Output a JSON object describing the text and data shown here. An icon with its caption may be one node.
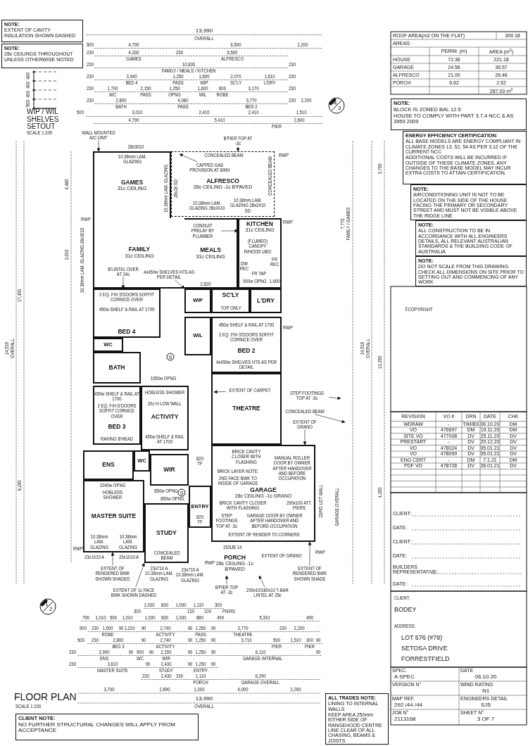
{
  "diagram": {
    "nodes": [
      {
        "text": [
          "NOTE:",
          "EXTENT OF CAVITY INSULATION SHOWN DASHED"
        ]
      },
      {
        "text": [
          "NOTE:",
          "28c CEILINGS THROUGHOUT UNLESS OTHERWISE NOTED"
        ]
      },
      {
        "text": [
          "GAMES",
          "31c CEILING"
        ]
      },
      {
        "text": [
          "ALFRESCO",
          "28c CEILING -1c B'PAVED"
        ]
      },
      {
        "text": [
          "FAMILY",
          "31c CEILING"
        ]
      },
      {
        "text": [
          "MEALS",
          "31c CEILING"
        ]
      },
      {
        "text": [
          "KITCHEN",
          "31c CEILING"
        ]
      },
      {
        "text": [
          "BED 4"
        ]
      },
      {
        "text": [
          "WIP"
        ]
      },
      {
        "text": [
          "SC'LY"
        ]
      },
      {
        "text": [
          "L'DRY"
        ]
      },
      {
        "text": [
          "WIL"
        ]
      },
      {
        "text": [
          "BED 2"
        ]
      },
      {
        "text": [
          "WC"
        ]
      },
      {
        "text": [
          "BATH"
        ]
      },
      {
        "text": [
          "BED 3"
        ]
      },
      {
        "text": [
          "ACTIVITY"
        ]
      },
      {
        "text": [
          "THEATRE"
        ]
      },
      {
        "text": [
          "ENS"
        ]
      },
      {
        "text": [
          "WC"
        ]
      },
      {
        "text": [
          "WIR"
        ]
      },
      {
        "text": [
          "MASTER SUITE"
        ]
      },
      {
        "text": [
          "STUDY"
        ]
      },
      {
        "text": [
          "ENTRY"
        ]
      },
      {
        "text": [
          "GARAGE",
          "28c CEILING -1c GRANO"
        ]
      },
      {
        "text": [
          "PORCH",
          "28c CEILING -1c B'PAVED"
        ]
      },
      {
        "text": [
          "WALL MOUNTED A/C UNIT"
        ]
      },
      {
        "text": [
          "CAPPED GAS PROVISION AT 600H"
        ],
        "in": 3
      },
      {
        "text": [
          "CONDUIT PRELAY BY PLUMBER"
        ],
        "in": 5
      },
      {
        "text": [
          "B'LINTEL OVER AT 24c"
        ],
        "in": 4
      },
      {
        "text": [
          "4x450w SHELVES HTS AS PER DETAIL"
        ]
      },
      {
        "text": [
          "EXTENT OF CARPET"
        ],
        "in": 17
      },
      {
        "text": [
          "CONCEALED BEAM"
        ]
      },
      {
        "text": [
          "EXTENT OF GRANO"
        ]
      },
      {
        "text": [
          "EXTENT OF RENDERED BWK SHOWN SHADED"
        ]
      },
      {
        "text": [
          "EXTENT OF 1c FACE BWK SHOWN DASHED"
        ]
      },
      {
        "text": [
          "200x10/180x10 T-BAR LINTEL AT 25c"
        ]
      },
      {
        "text": [
          "B'PIER TOP AT -3c"
        ]
      },
      {
        "text": [
          "EXTENT OF RENDERED BWK SHOWN SHADE"
        ]
      },
      {
        "text": [
          "STEP FOOTINGS TOP AT -3c"
        ]
      },
      {
        "text": [
          "B'PIER TOP AT -3c"
        ]
      },
      {
        "text": [
          "NOTE:",
          "BLOCK IS ZONED BAL 12.5",
          "HOUSE TO COMPLY WITH PART 3.7.4 NCC & AS 3959 2009"
        ]
      },
      {
        "text": [
          "ENERGY EFFICIENCY CERTIFICATION:",
          "ALL BASE MODELS ARE ENERGY COMPLIANT IN CLIMATE ZONES 13, 52, 54 AS PER 3.12 OF THE CURRENT NCC",
          "ADDITIONAL COSTS WILL BE INCURRED IF OUTSIDE OF THESE CLIMATE ZONES. ANY CHANGES TO THE BASE MODEL MAY INCUR EXTRA COSTS TO ATTAIN CERTIFICATION."
        ]
      },
      {
        "text": [
          "NOTE:",
          "AIRCONDITIONING UNIT IS NOT TO BE LOCATED ON THE SIDE OF THE HOUSE FACING THE PRIMARY OR SECONDARY STREET AND MUST NOT BE VISIBLE ABOVE THE RIDGE LINE"
        ]
      },
      {
        "text": [
          "NOTE:",
          "ALL CONSTRUCTION TO BE IN ACCORDANCE WITH ALL ENGINEERS DETAILS, ALL RELEVANT AUSTRALIAN STANDARDS & THE BUILDING CODE OF AUSTRALIA"
        ]
      },
      {
        "text": [
          "NOTE:",
          "DO NOT SCALE FROM THIS DRAWING. CHECK ALL DIMENSIONS ON SITE PRIOR TO SETTING OUT AND COMMENCING OF ANY WORK"
        ]
      },
      {
        "text": [
          "CLIENT NOTE:",
          "NO FURTHER STRUCTURAL CHANGES WILL APPLY FROM ACCEPTANCE"
        ]
      },
      {
        "text": [
          "ALL TRADES NOTE:",
          "LINING TO INTERNAL WALLS",
          "KEEP AREA 250mm EITHER SIDE OF RANGEHOOD CENTRE LINE CLEAR OF ALL CHASING, BEAMS & JOISTS"
        ]
      },
      {
        "text": [
          "4",
          "3"
        ]
      },
      {
        "text": [
          "1",
          "2"
        ]
      }
    ],
    "edges": [
      {
        "from": 26,
        "to": 2,
        "arrow": "to"
      },
      {
        "from": 27,
        "to": null,
        "arrow": "to"
      },
      {
        "from": 28,
        "to": 6,
        "arrow": "to"
      },
      {
        "from": 29,
        "to": 4,
        "arrow": "to"
      },
      {
        "from": 30,
        "to": 8,
        "arrow": "to"
      },
      {
        "from": 31,
        "to": null,
        "arrow": "to"
      },
      {
        "from": 32,
        "to": null,
        "arrow": "to"
      },
      {
        "from": 33,
        "to": 24,
        "arrow": "to"
      },
      {
        "from": 34,
        "to": 21,
        "arrow": "to"
      },
      {
        "from": 35,
        "to": 22,
        "arrow": "to"
      },
      {
        "from": 36,
        "to": null,
        "arrow": "to"
      },
      {
        "from": 37,
        "to": 25,
        "arrow": "to"
      },
      {
        "from": 38,
        "to": 24,
        "arrow": "to"
      },
      {
        "from": 39,
        "to": null,
        "arrow": "to"
      },
      {
        "from": 40,
        "to": 3,
        "arrow": "to"
      }
    ],
    "labels": [
      "13,990",
      "OVERALL",
      "500",
      "4,790",
      "6,500",
      "2,200",
      "230",
      "4,330",
      "GAMES",
      "230",
      "6,500",
      "ALFRESCO",
      "230",
      "10,830",
      "FAMILY / MEALS / KITCHEN",
      "230",
      "230",
      "3,940",
      "BED 4",
      "1,250",
      "PASS",
      "1,600",
      "WIP",
      "2,070",
      "SC'LY",
      "1,610",
      "L'DRY",
      "230",
      "230",
      "1,700",
      "WC",
      "2,150",
      "PASS",
      "1,250",
      "OPNG",
      "1,600",
      "WIL",
      "600",
      "ROBE",
      "3,170",
      "230",
      "230",
      "2,800",
      "BATH",
      "4,080",
      "PASS",
      "3,770",
      "BED 2",
      "230",
      "2,200",
      "500",
      "3,010",
      "2,410",
      "2,410",
      "1,510",
      "4,790",
      "5,410",
      "2,600",
      "PIER",
      "WIP / WIL SHELVES SETOUT",
      "SCALE 1:100",
      "400",
      "400",
      "400",
      "500",
      "28x3010",
      "10.38mm LAM. GLAZING",
      "CONCEALED BEAM",
      "RWP",
      "10.38mm LAM. GLAZING",
      "28x18 SD",
      "10.38mm LAM. GLAZING 28x2410",
      "10.38mm LAM. GLAZING 28x2410 SD",
      "CONCEALED BEAM",
      "RWP",
      "RWP",
      "10.38mm LAM. GLAZING 28x3010",
      "(FLUMED) CANOPY R/HOOD UBO",
      "DW REC",
      "FR TAP",
      "FR REC",
      "2,820",
      "900w OPNG",
      "1,600",
      "TOP ONLY",
      "2 EQ. F/H S'DOORS SOFFIT CORNICE OVER",
      "450w SHELF & RAIL AT 1700",
      "450w SHELF & RAIL AT 1700",
      "2 EQ. F/H S'DOORS SOFFIT CORNICE OVER",
      "4x450w SHELVES HTS AS PER DETAIL",
      "RWP",
      "1050w OPNG",
      "HOBLESS SHOWER",
      "20c H LOW WALL",
      "450w SHELF & RAIL AT 1700",
      "2 EQ. F/H S'DOORS SOFFIT CORNICE OVER",
      "450w SHELF & RAIL AT 1700",
      "RAKING B'HEAD",
      "1040w OPNG",
      "HOBLESS SHOWER",
      "850w OPNG",
      "850w OPNG",
      "820 TF",
      "820 TF",
      "BRICK CAVITY CLOSER WITH FLASHING",
      "MANUAL ROLLER DOOR BY OWNER AFTER HANDOVER AND BEFORE OCCUPATION",
      "BRICK LAYER NOTE:",
      "2ND FACE BWK TO INSIDE OF GARAGE",
      "BRICK CAVITY CLOSER WITH FLASHING",
      "290x100 ATT. PIERS",
      "STEP FOOTINGS TOP AT -3c",
      "GARAGE DOOR BY OWNER AFTER HANDOVER AND BEFORE-OCCUPATION",
      "EXTENT OF RENDER TO CORNERS",
      "10.38mm LAM. GLAZING",
      "10.38mm LAM. GLAZING",
      "23x1010 A",
      "23x1010 A",
      "CONCEALED BEAM",
      "23x710 A 10.38mm LAM. GLAZING",
      "23x710 A 10.38mm LAM. GLAZING",
      "150UB 14",
      "RWP",
      "RWP",
      "RWP",
      "ZERO LOT WALL",
      "EXTENT OF GRANO",
      "17,400",
      "24,510",
      "OVERALL",
      "6,290",
      "4,480",
      "3,010",
      "3,700",
      "24,510",
      "OVERALL",
      "13,350",
      "4,300",
      "7,770",
      "FAMILY / GAMES",
      "GARAGE OVERALL",
      "1,030",
      "830",
      "1,030",
      "1,110",
      "300",
      "PIERS",
      "790",
      "1,010",
      "590",
      "1,010",
      "300",
      "1,030",
      "830",
      "1,030",
      "130",
      "880",
      "100",
      "490",
      "5,310",
      "490",
      "500",
      "230",
      "1,500",
      "ROBE",
      "90",
      "1,210",
      "90",
      "2,740",
      "ACTIVITY",
      "90",
      "1,250",
      "PASS",
      "90",
      "3,770",
      "THEATRE",
      "230",
      "2,200",
      "500",
      "230",
      "2,800",
      "BED 3",
      "90",
      "2,740",
      "ACTIVITY",
      "90",
      "1,250",
      "90",
      "3,710",
      "590",
      "PIER",
      "1,510",
      "300",
      "PIER",
      "90",
      "230",
      "2,900",
      "ENS",
      "90",
      "900",
      "WC",
      "90",
      "2,150",
      "WIR",
      "90",
      "1,250",
      "90",
      "6,110",
      "GARAGE INTERNAL",
      "90",
      "230",
      "3,610",
      "MASTER SUITE",
      "90",
      "2,430",
      "STUDY",
      "90",
      "1,250",
      "ENTRY",
      "90",
      "230",
      "2,430",
      "230",
      "1,110",
      "PORCH",
      "6,290",
      "GARAGE OVERALL",
      "3,700",
      "2,890",
      "1,200",
      "4,000",
      "2,200",
      "13,990",
      "OVERALL",
      "FLOOR PLAN",
      "SCALE 1:100",
      "ROOF AREA(m2 ON THE FLAT)",
      "309.18",
      "AREAS:",
      "PERIM. (m)",
      "AREA (m$^{2}$)",
      "HOUSE",
      "72.36",
      "221.18",
      "GARAGE",
      "24.56",
      "36.57",
      "ALFRESCO",
      "21.00",
      "26.46",
      "PORCH",
      "6.62",
      "2.52",
      "287.03 m$^{2}$",
      "©COPYRIGHT",
      "REVISION",
      "VO #",
      "DRN",
      "DATE",
      "CHK",
      "WDRAW",
      "-",
      "TIM/BS",
      "06.10.20",
      "DM",
      "VO",
      "476697",
      "DM",
      "19.11.20",
      "DM",
      "SITE VO",
      "477008",
      "DV",
      "25.11.20",
      "DV",
      "PRESTART",
      "-",
      "DV",
      "29.12.20",
      "DV",
      "VO",
      "478024",
      "DV",
      "05.01.21",
      "DV",
      "VO",
      "478099",
      "DV",
      "05.01.21",
      "DV",
      "ENG CERT",
      "-",
      "DM",
      "7.1.21",
      "DM",
      "PDF VO",
      "478728",
      "DV",
      "28.01.21",
      "DV",
      "CLIENT:",
      "DATE:",
      "CLIENT:",
      "DATE:",
      "BUILDERS REPRESENTATIVE:",
      "DATE:",
      "CLIENT:",
      "BODEY",
      "ADDRESS:",
      "LOT 576 (#78)",
      "SETOSA DRIVE",
      "FORRESTFIELD",
      "SPEC.",
      "A SPEC",
      "DATE",
      "06.10.20",
      "VERSION N°",
      "WIND RATING",
      "N1",
      "MAP REF.",
      "292 /44 /44",
      "ENGINEERS DETAIL",
      "SJ5",
      "JOB N°",
      "2113168",
      "SHEET N°",
      "3 OF 7",
      "S",
      "S"
    ]
  }
}
